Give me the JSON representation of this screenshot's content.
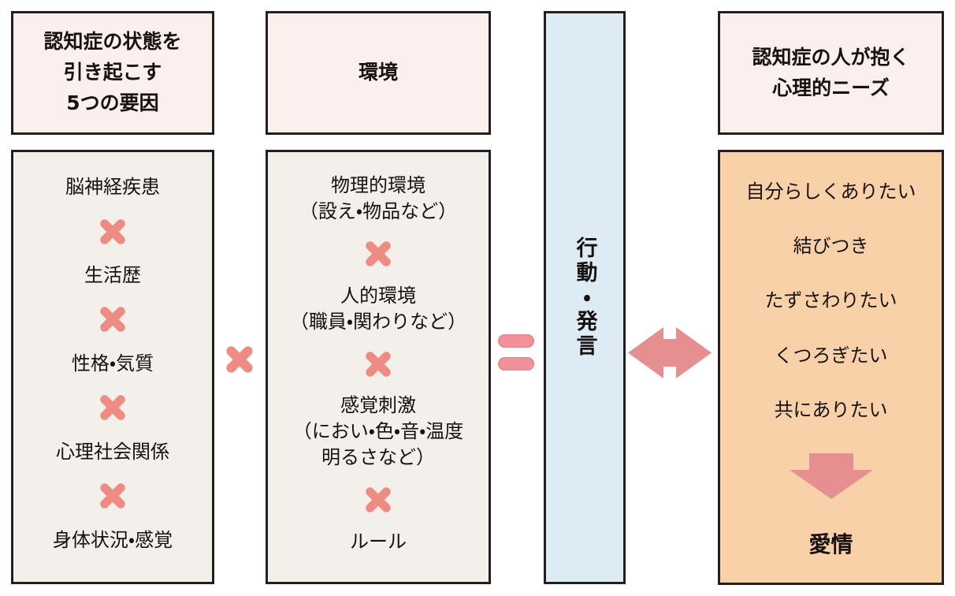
{
  "diagram": {
    "col1": {
      "header": "認知症の状態を\n引き起こす\n5つの要因",
      "items": [
        "脳神経疾患",
        "生活歴",
        "性格・気質",
        "心理社会関係",
        "身体状況・感覚"
      ]
    },
    "col2": {
      "header": "環境",
      "items": [
        "物理的環境\n（設え・物品など）",
        "人的環境\n（職員・関わりなど）",
        "感覚刺激\n（におい・色・音・温度\n明るさなど）",
        "ルール"
      ]
    },
    "center": {
      "label": "行動・発言"
    },
    "col4": {
      "header": "認知症の人が抱く\n心理的ニーズ",
      "items": [
        "自分らしくありたい",
        "結びつき",
        "たずさわりたい",
        "くつろぎたい",
        "共にありたい"
      ],
      "conclusion": "愛情"
    },
    "icons": {
      "multiply": "cross-icon",
      "equals": "equals-icon",
      "relation": "left-right-arrow-icon",
      "result": "down-arrow-icon"
    },
    "colors": {
      "cross_pink": "#ee8c83",
      "equals_pink": "#f1929b",
      "arrow_pink": "#e68f90",
      "header_bg": "#fbf0ed",
      "body_bg": "#f3efea",
      "behavior_bg": "#ddebf5",
      "needs_bg": "#f9d1a9",
      "border": "#241f1c"
    }
  }
}
